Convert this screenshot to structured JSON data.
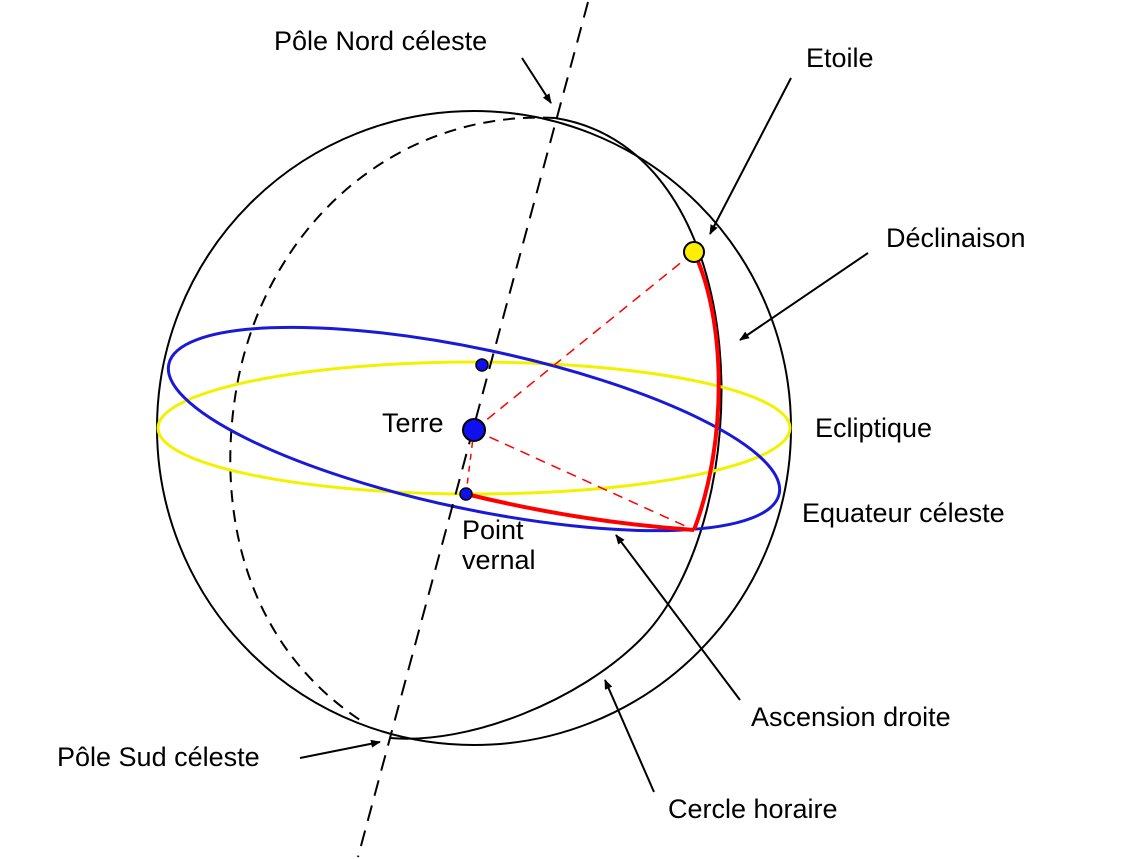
{
  "labels": {
    "north_pole": "Pôle Nord céleste",
    "south_pole": "Pôle Sud céleste",
    "star": "Etoile",
    "declination": "Déclinaison",
    "ecliptic": "Ecliptique",
    "celestial_equator": "Equateur céleste",
    "earth": "Terre",
    "vernal_point_line1": "Point",
    "vernal_point_line2": "vernal",
    "right_ascension": "Ascension droite",
    "hour_circle": "Cercle horaire"
  },
  "colors": {
    "outline": "#000000",
    "celestial_equator": "#1a1ad6",
    "ecliptic": "#f2f200",
    "coordinate_arcs": "#ff0000",
    "star": "#ffee00",
    "earth": "#1010ee"
  }
}
